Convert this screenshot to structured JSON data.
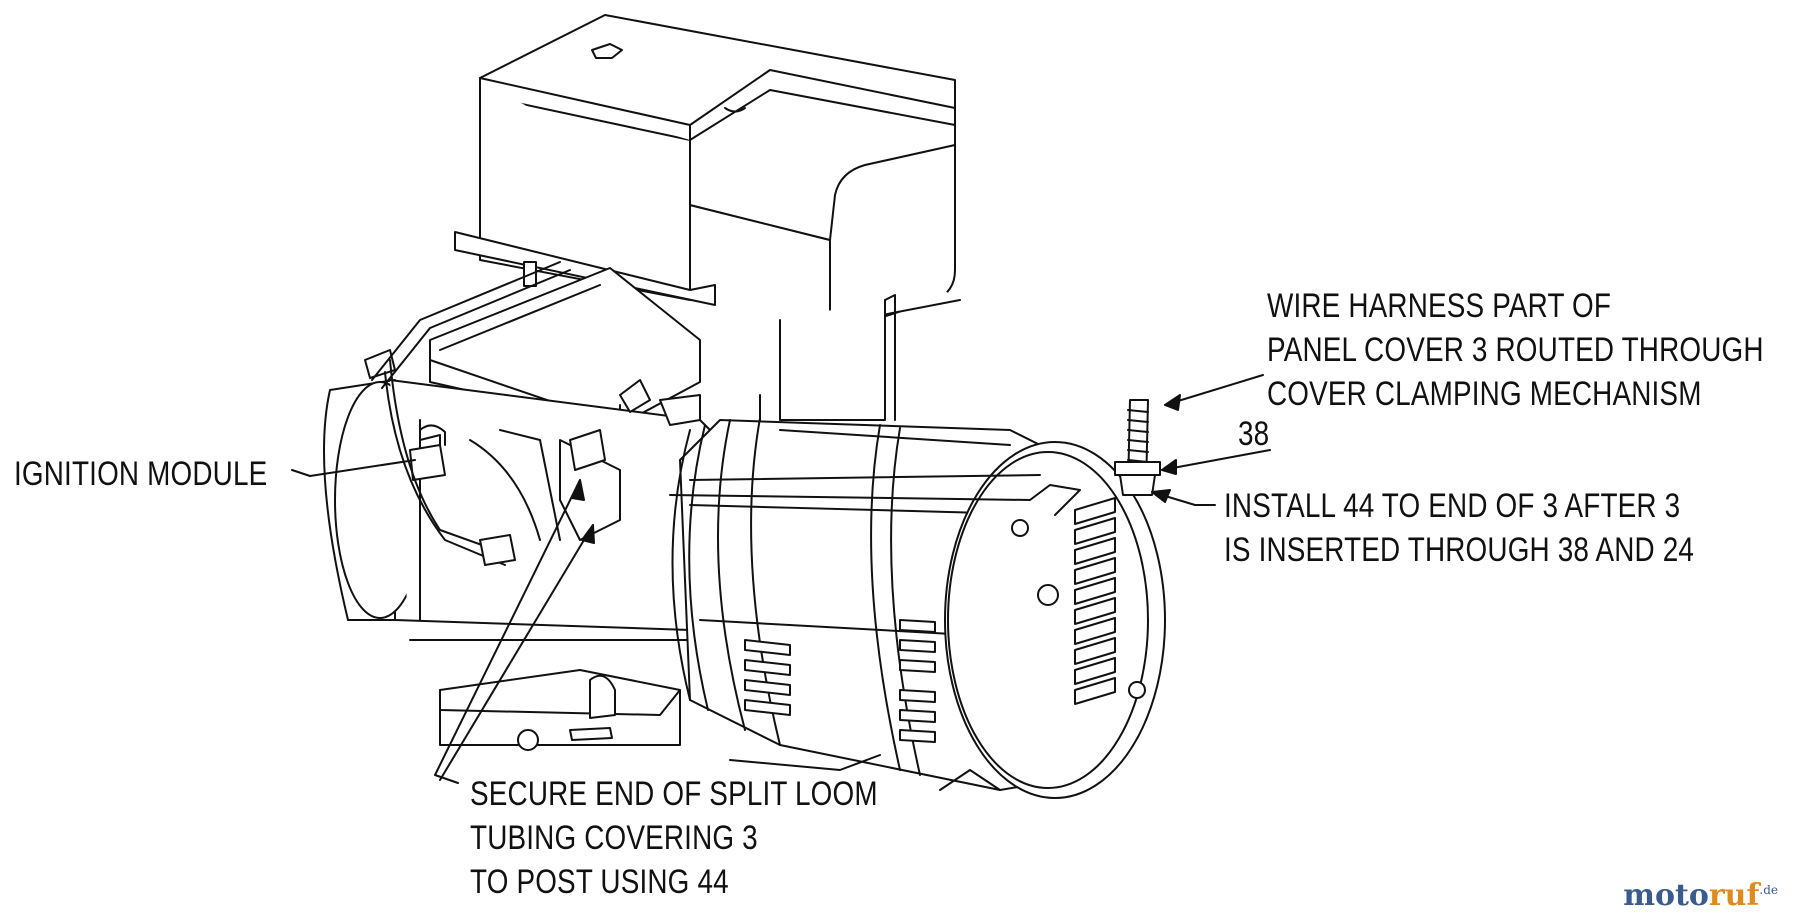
{
  "callouts": {
    "ignition_module": "IGNITION MODULE",
    "wire_harness": [
      "WIRE HARNESS PART OF",
      "PANEL COVER 3 ROUTED THROUGH",
      "COVER CLAMPING MECHANISM"
    ],
    "part_38": "38",
    "install": [
      "INSTALL  44  TO END OF 3 AFTER 3",
      "IS INSERTED THROUGH 38 AND 24"
    ],
    "secure": [
      "SECURE END OF SPLIT LOOM",
      "TUBING COVERING 3",
      "TO POST USING 44"
    ]
  },
  "logo": {
    "part1": "moto",
    "part2": "ruf",
    "part3": ".de"
  },
  "colors": {
    "line": "#111111",
    "logo_blue": "#3b5b8c",
    "logo_orange": "#e08a1e"
  }
}
